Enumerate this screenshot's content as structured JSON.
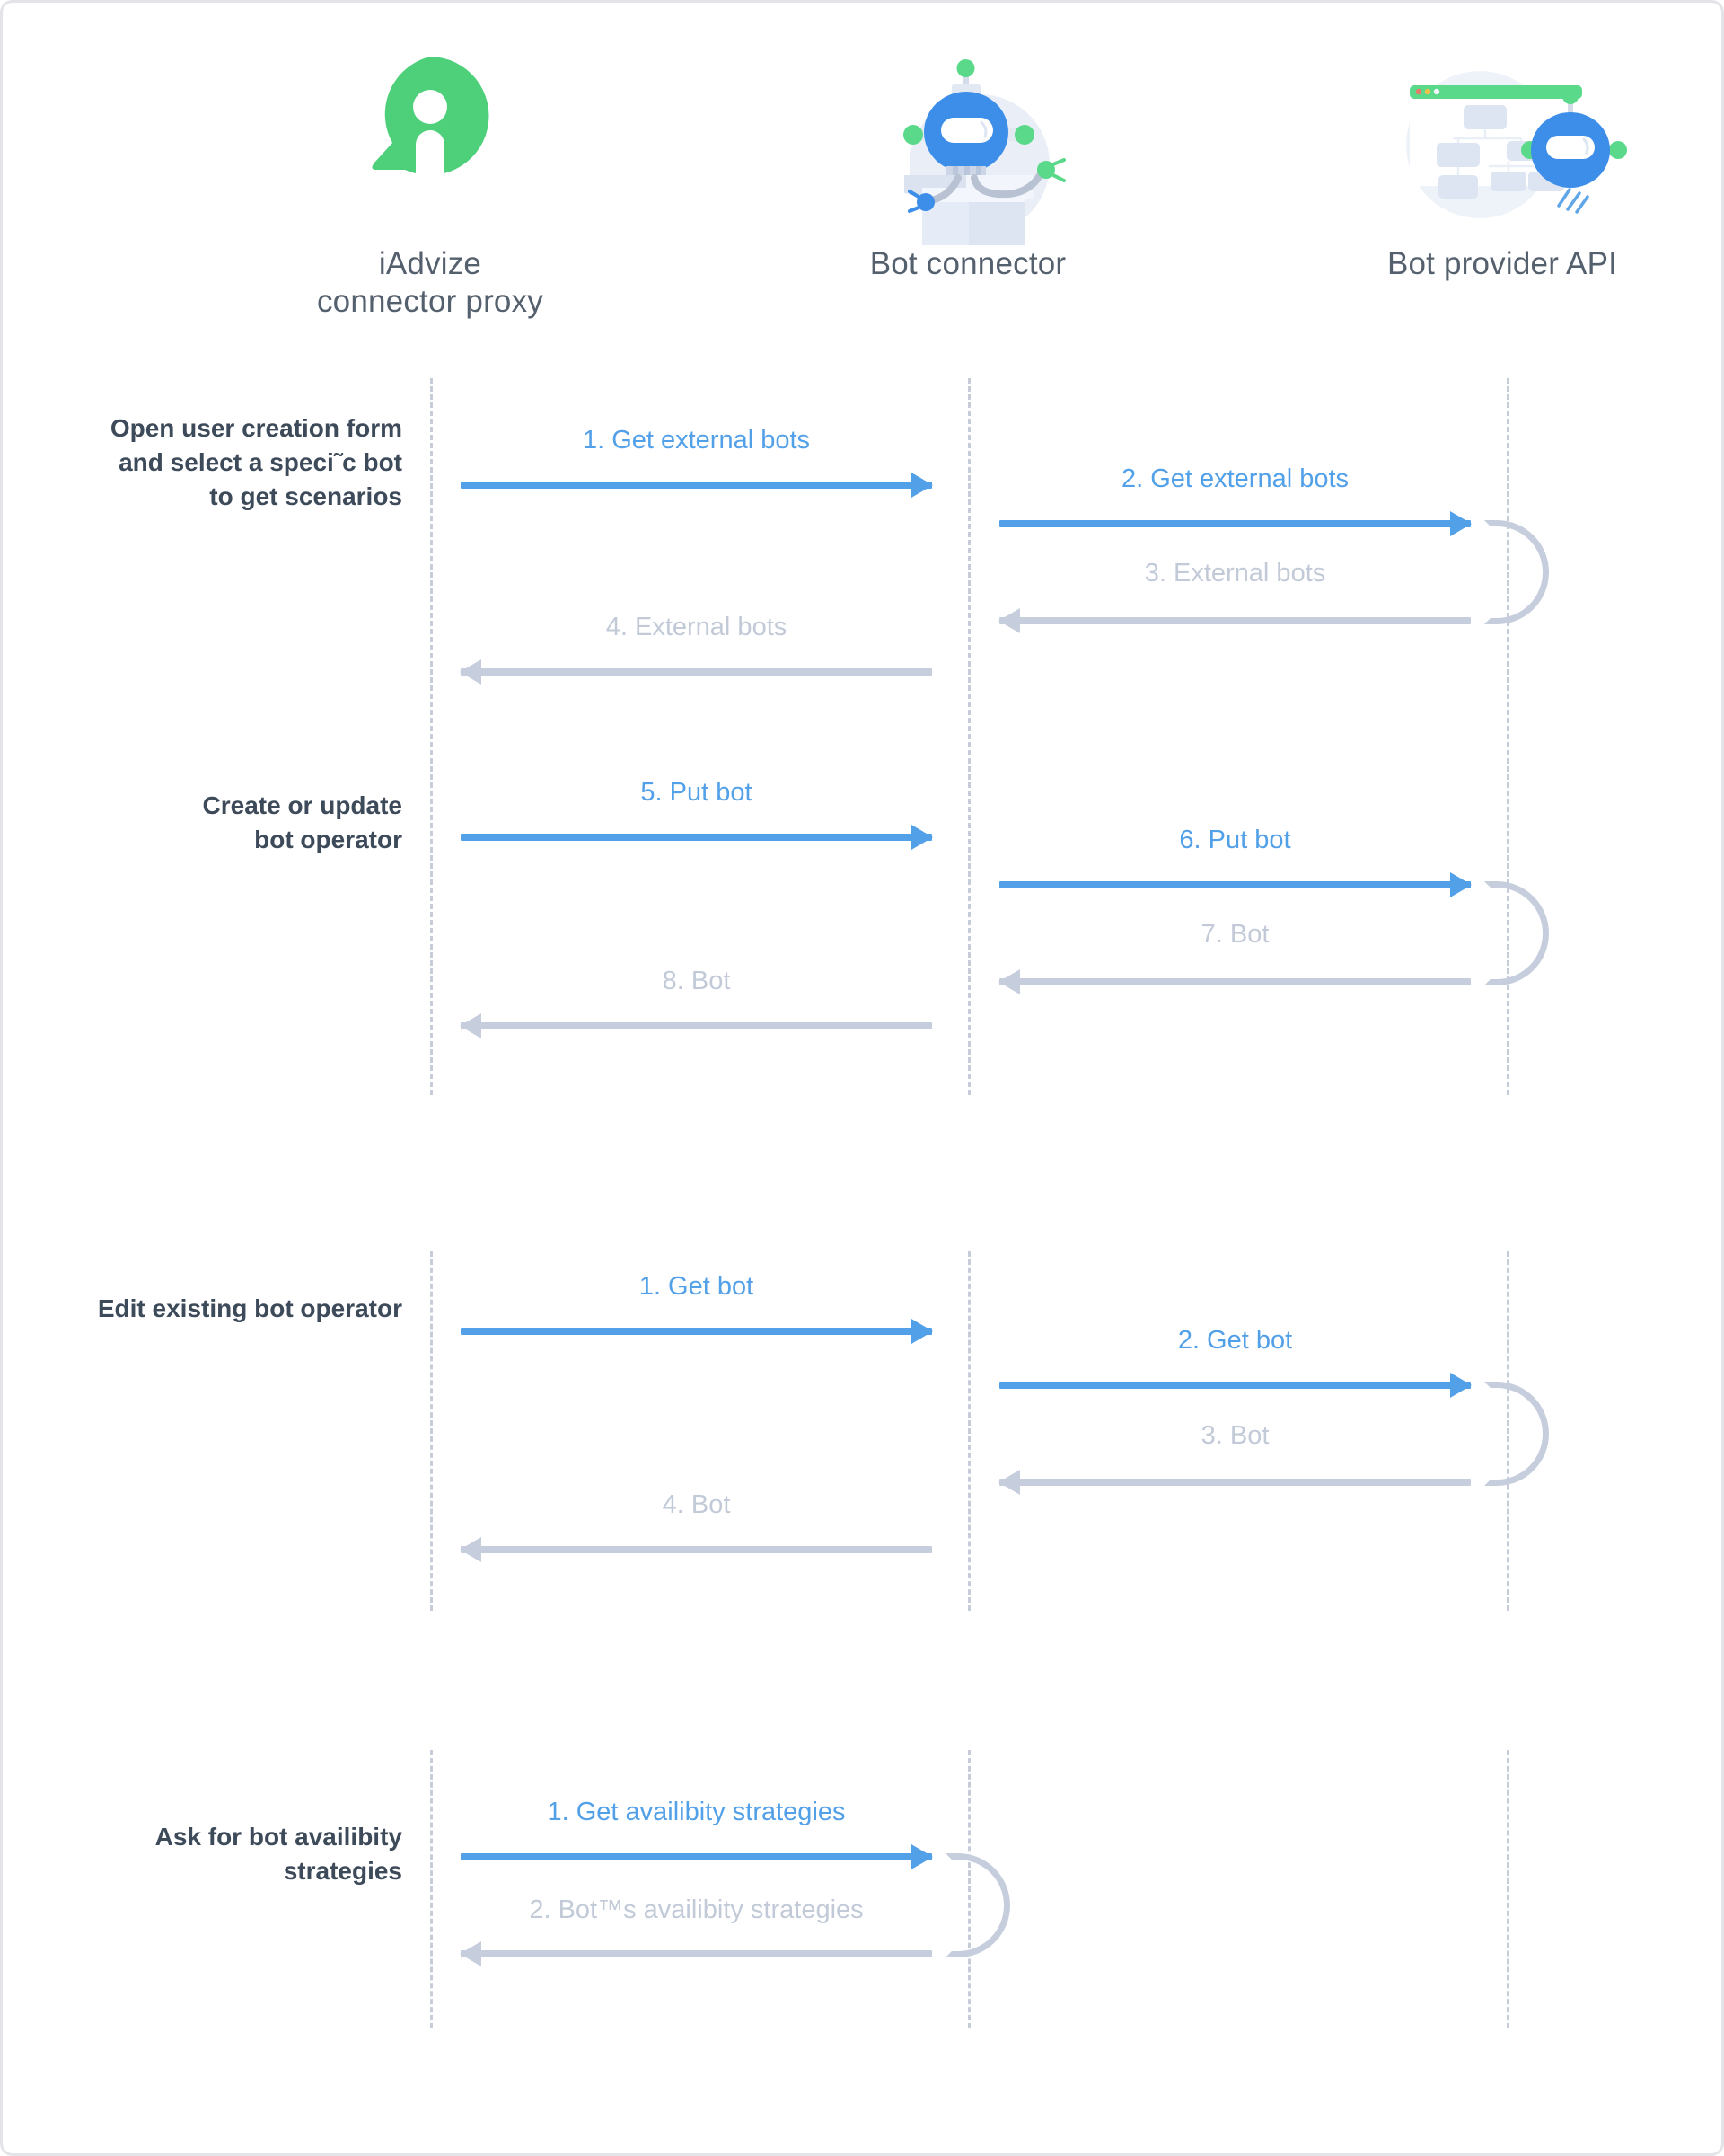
{
  "diagram": {
    "title": "Bot connector sequence diagram",
    "colors": {
      "request_blue": "#52a0e8",
      "response_grey": "#c6cedd",
      "lifeline": "#c6cdd9",
      "caption_text": "#3d4a5a",
      "actor_text": "#55606e",
      "brand_green": "#4ed07a",
      "robot_blue": "#3d8ee8",
      "page_border": "#e3e4e8"
    }
  },
  "actors": [
    {
      "id": "iadvize-connector-proxy",
      "label": "iAdvize\nconnector proxy",
      "icon": "iadvize-logo-icon"
    },
    {
      "id": "bot-connector",
      "label": "Bot connector",
      "icon": "robot-in-box-icon"
    },
    {
      "id": "bot-provider-api",
      "label": "Bot provider API",
      "icon": "robot-browser-flowchart-icon"
    }
  ],
  "blocks": [
    {
      "id": "create-bot-operator",
      "captions": [
        {
          "id": "open-user-creation-form",
          "text": "Open user creation form\nand select a speci˜c bot\nto get scenarios"
        },
        {
          "id": "create-or-update-bot-operator",
          "text": "Create or update\nbot operator"
        }
      ],
      "messages": [
        {
          "n": "1",
          "label": "1. Get external bots",
          "kind": "request",
          "direction": "right",
          "from": "iadvize-connector-proxy",
          "to": "bot-connector"
        },
        {
          "n": "2",
          "label": "2. Get external bots",
          "kind": "request",
          "direction": "right",
          "from": "bot-connector",
          "to": "bot-provider-api",
          "self_loop": true
        },
        {
          "n": "3",
          "label": "3. External bots",
          "kind": "response",
          "direction": "left",
          "from": "bot-provider-api",
          "to": "bot-connector"
        },
        {
          "n": "4",
          "label": "4. External bots",
          "kind": "response",
          "direction": "left",
          "from": "bot-connector",
          "to": "iadvize-connector-proxy"
        },
        {
          "n": "5",
          "label": "5. Put bot",
          "kind": "request",
          "direction": "right",
          "from": "iadvize-connector-proxy",
          "to": "bot-connector"
        },
        {
          "n": "6",
          "label": "6. Put bot",
          "kind": "request",
          "direction": "right",
          "from": "bot-connector",
          "to": "bot-provider-api",
          "self_loop": true
        },
        {
          "n": "7",
          "label": "7. Bot",
          "kind": "response",
          "direction": "left",
          "from": "bot-provider-api",
          "to": "bot-connector"
        },
        {
          "n": "8",
          "label": "8. Bot",
          "kind": "response",
          "direction": "left",
          "from": "bot-connector",
          "to": "iadvize-connector-proxy"
        }
      ]
    },
    {
      "id": "edit-bot-operator",
      "captions": [
        {
          "id": "edit-existing-bot-operator",
          "text": "Edit existing bot operator"
        }
      ],
      "messages": [
        {
          "n": "1",
          "label": "1. Get bot",
          "kind": "request",
          "direction": "right",
          "from": "iadvize-connector-proxy",
          "to": "bot-connector"
        },
        {
          "n": "2",
          "label": "2. Get bot",
          "kind": "request",
          "direction": "right",
          "from": "bot-connector",
          "to": "bot-provider-api",
          "self_loop": true
        },
        {
          "n": "3",
          "label": "3. Bot",
          "kind": "response",
          "direction": "left",
          "from": "bot-provider-api",
          "to": "bot-connector"
        },
        {
          "n": "4",
          "label": "4. Bot",
          "kind": "response",
          "direction": "left",
          "from": "bot-connector",
          "to": "iadvize-connector-proxy"
        }
      ]
    },
    {
      "id": "bot-availibity-strategies",
      "captions": [
        {
          "id": "ask-for-bot-availibity-strategies",
          "text": "Ask for bot availibity\nstrategies"
        }
      ],
      "messages": [
        {
          "n": "1",
          "label": "1. Get availibity strategies",
          "kind": "request",
          "direction": "right",
          "from": "iadvize-connector-proxy",
          "to": "bot-connector",
          "self_loop": true
        },
        {
          "n": "2",
          "label": "2. Bot™s availibity strategies",
          "kind": "response",
          "direction": "left",
          "from": "bot-connector",
          "to": "iadvize-connector-proxy"
        }
      ]
    }
  ]
}
